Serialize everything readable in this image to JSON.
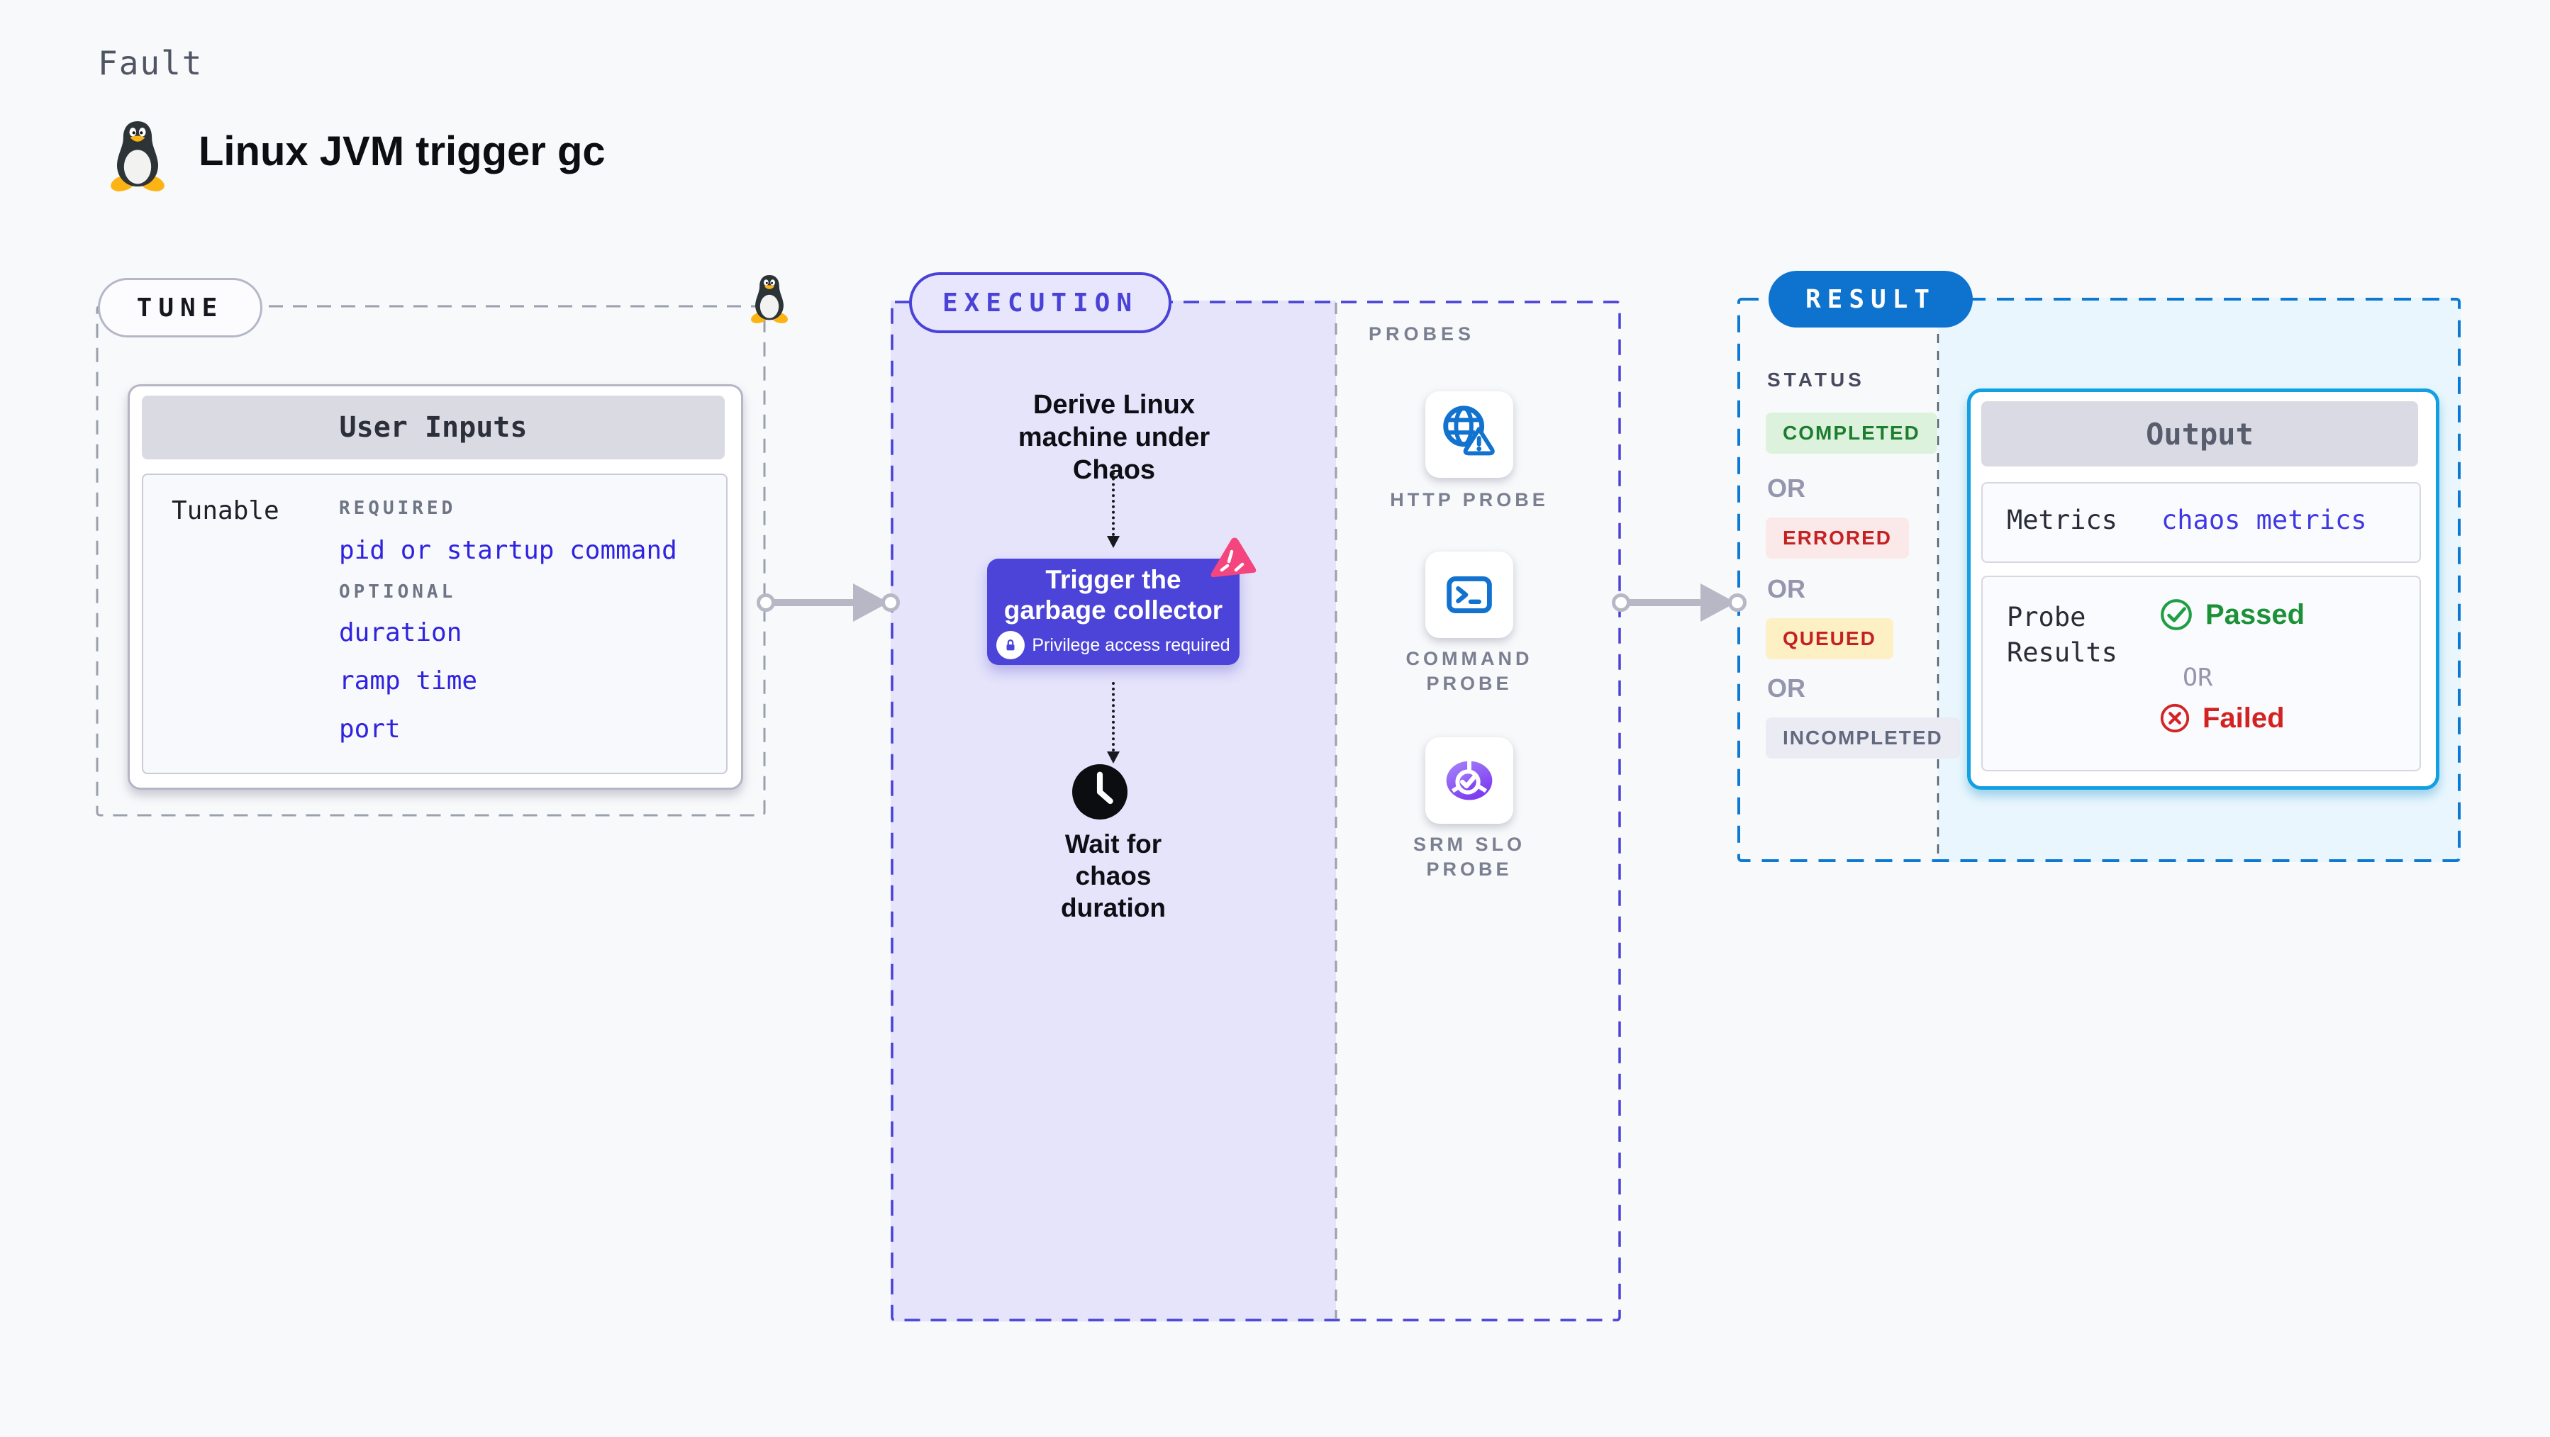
{
  "page": {
    "kicker": "Fault",
    "title": "Linux JVM trigger gc"
  },
  "colors": {
    "accent_indigo": "#4a41d7",
    "accent_blue": "#0d73cf",
    "accent_cyan": "#12a0e2",
    "accent_pink": "#f5457e",
    "success_green": "#1e7e2f",
    "error_red": "#c42222",
    "link_blue": "#2f23e0"
  },
  "tune": {
    "label": "TUNE",
    "card": {
      "title": "User Inputs",
      "row_label": "Tunable",
      "required_label": "REQUIRED",
      "required_items": [
        "pid or startup command"
      ],
      "optional_label": "OPTIONAL",
      "optional_items": [
        "duration",
        "ramp time",
        "port"
      ]
    }
  },
  "execution": {
    "label": "EXECUTION",
    "derive_step": "Derive Linux machine under Chaos",
    "action": {
      "title": "Trigger the garbage collector",
      "note": "Privilege access required"
    },
    "wait_step": "Wait for chaos duration"
  },
  "probes": {
    "label": "PROBES",
    "items": [
      {
        "name": "HTTP PROBE",
        "icon": "globe-alert-icon"
      },
      {
        "name": "COMMAND PROBE",
        "icon": "terminal-icon"
      },
      {
        "name": "SRM SLO PROBE",
        "icon": "slo-donut-check-icon"
      }
    ]
  },
  "result": {
    "label": "RESULT",
    "status_label": "STATUS",
    "or_label": "OR",
    "statuses": [
      {
        "text": "COMPLETED",
        "kind": "success"
      },
      {
        "text": "ERRORED",
        "kind": "error"
      },
      {
        "text": "QUEUED",
        "kind": "queued"
      },
      {
        "text": "INCOMPLETED",
        "kind": "neutral"
      }
    ],
    "output": {
      "title": "Output",
      "metrics_label": "Metrics",
      "metrics_value": "chaos metrics",
      "probe_results_label": "Probe Results",
      "passed_label": "Passed",
      "failed_label": "Failed",
      "or_label": "OR"
    }
  }
}
